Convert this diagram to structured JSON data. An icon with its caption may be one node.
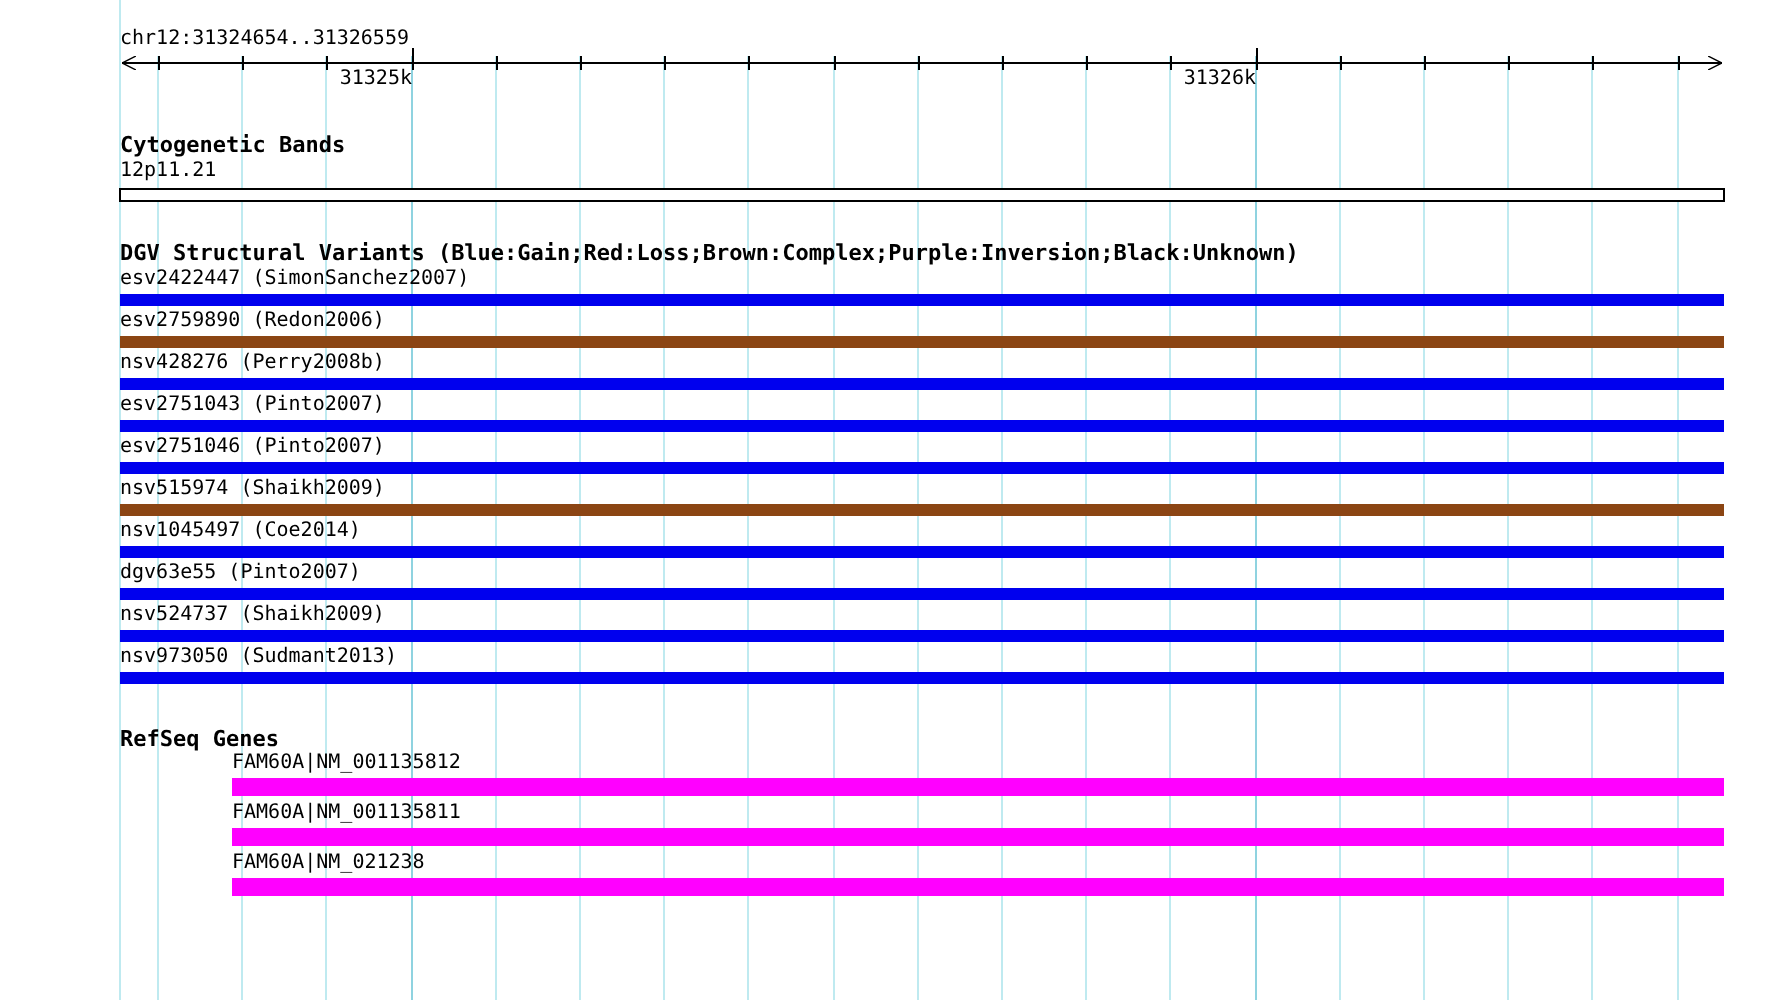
{
  "diagram": {
    "nodes": [
      {
        "text": [
          "esv2422447 (SimonSanchez2007)"
        ]
      },
      {
        "text": [
          "esv2759890 (Redon2006)"
        ]
      },
      {
        "text": [
          "nsv428276 (Perry2008b)"
        ]
      },
      {
        "text": [
          "esv2751043 (Pinto2007)"
        ]
      },
      {
        "text": [
          "esv2751046 (Pinto2007)"
        ]
      },
      {
        "text": [
          "nsv515974 (Shaikh2009)"
        ]
      },
      {
        "text": [
          "nsv1045497 (Coe2014)"
        ]
      },
      {
        "text": [
          "dgv63e55 (Pinto2007)"
        ]
      },
      {
        "text": [
          "nsv524737 (Shaikh2009)"
        ]
      },
      {
        "text": [
          "nsv973050 (Sudmant2013)"
        ]
      },
      {
        "text": [
          "FAM60A|NM_001135812"
        ]
      },
      {
        "text": [
          "FAM60A|NM_001135811"
        ]
      },
      {
        "text": [
          "FAM60A|NM_021238"
        ]
      }
    ],
    "labels": [
      "chr12:31324654..31326559",
      "31325k",
      "31326k",
      "Cytogenetic Bands",
      "12p11.21",
      "DGV Structural Variants (Blue:Gain;Red:Loss;Brown:Complex;Purple:Inversion;Black:Unknown)",
      "RefSeq Genes"
    ]
  }
}
